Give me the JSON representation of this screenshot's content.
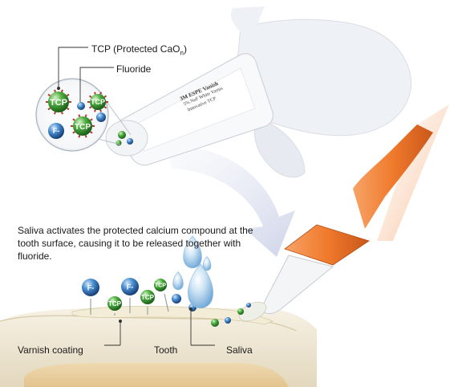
{
  "labels": {
    "tcp": "TCP  (Protected CaO",
    "tcp_sub": "n",
    "tcp_close": ")",
    "fluoride": "Fluoride",
    "saliva_note": "Saliva activates the protected calcium compound at the tooth surface, causing it to be released together with fluoride.",
    "varnish": "Varnish coating",
    "tooth": "Tooth",
    "saliva": "Saliva"
  },
  "molecules": {
    "tcp": "TCP",
    "fluoride": "F-"
  },
  "package": {
    "brand": "3M ESPE Vanish",
    "line2": "5% NaF White Varnis",
    "line3": "Innovative TCP"
  },
  "colors": {
    "tcp_green": "#3ea63a",
    "fluoride_blue": "#2c6fb8",
    "brush_orange": "#f07a2c",
    "tooth_cream": "#ece3cc",
    "saliva_blue": "#9fc9e8"
  }
}
